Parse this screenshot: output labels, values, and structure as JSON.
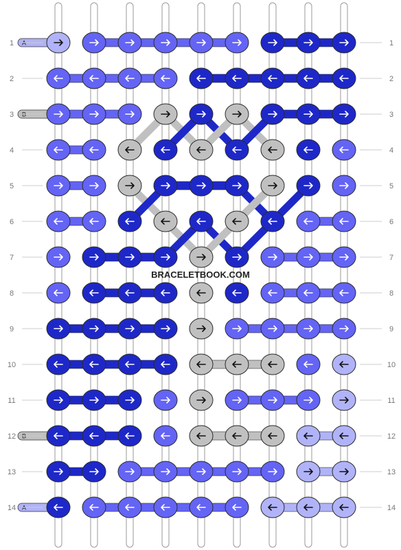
{
  "watermark": "BRACELETBOOK.COM",
  "colors": {
    "A": "#b0b3f7",
    "B": "#c0c0c0",
    "C": "#6464f5",
    "D": "#1e28c8"
  },
  "strings_left": [
    {
      "row": 1,
      "label": "A",
      "color": "A"
    },
    {
      "row": 3,
      "label": "B",
      "color": "B"
    },
    {
      "row": 12,
      "label": "B",
      "color": "B"
    },
    {
      "row": 14,
      "label": "A",
      "color": "A"
    }
  ],
  "rows": [
    {
      "num": "1",
      "knots": [
        {
          "c": "A",
          "d": "R"
        },
        {
          "c": "C",
          "d": "R"
        },
        {
          "c": "C",
          "d": "R"
        },
        {
          "c": "C",
          "d": "R"
        },
        {
          "c": "C",
          "d": "R"
        },
        {
          "c": "C",
          "d": "R"
        },
        {
          "c": "D",
          "d": "R"
        },
        {
          "c": "D",
          "d": "R"
        },
        {
          "c": "D",
          "d": "R"
        }
      ]
    },
    {
      "num": "2",
      "knots": [
        {
          "c": "C",
          "d": "L"
        },
        {
          "c": "C",
          "d": "L"
        },
        {
          "c": "C",
          "d": "L"
        },
        {
          "c": "C",
          "d": "L"
        },
        {
          "c": "D",
          "d": "L"
        },
        {
          "c": "D",
          "d": "L"
        },
        {
          "c": "D",
          "d": "L"
        },
        {
          "c": "D",
          "d": "L"
        },
        {
          "c": "D",
          "d": "L"
        }
      ]
    },
    {
      "num": "3",
      "knots": [
        {
          "c": "C",
          "d": "R"
        },
        {
          "c": "C",
          "d": "R"
        },
        {
          "c": "C",
          "d": "R"
        },
        {
          "c": "B",
          "d": "R"
        },
        {
          "c": "D",
          "d": "R"
        },
        {
          "c": "B",
          "d": "R"
        },
        {
          "c": "D",
          "d": "R"
        },
        {
          "c": "D",
          "d": "R"
        },
        {
          "c": "D",
          "d": "R"
        }
      ]
    },
    {
      "num": "4",
      "knots": [
        {
          "c": "C",
          "d": "L"
        },
        {
          "c": "C",
          "d": "L"
        },
        {
          "c": "B",
          "d": "L"
        },
        {
          "c": "D",
          "d": "L"
        },
        {
          "c": "B",
          "d": "L"
        },
        {
          "c": "D",
          "d": "L"
        },
        {
          "c": "B",
          "d": "L"
        },
        {
          "c": "D",
          "d": "L"
        },
        {
          "c": "C",
          "d": "L"
        }
      ]
    },
    {
      "num": "5",
      "knots": [
        {
          "c": "C",
          "d": "R"
        },
        {
          "c": "C",
          "d": "R"
        },
        {
          "c": "B",
          "d": "R"
        },
        {
          "c": "D",
          "d": "R"
        },
        {
          "c": "D",
          "d": "R"
        },
        {
          "c": "D",
          "d": "R"
        },
        {
          "c": "B",
          "d": "R"
        },
        {
          "c": "D",
          "d": "R"
        },
        {
          "c": "C",
          "d": "R"
        }
      ]
    },
    {
      "num": "6",
      "knots": [
        {
          "c": "C",
          "d": "L"
        },
        {
          "c": "C",
          "d": "L"
        },
        {
          "c": "D",
          "d": "L"
        },
        {
          "c": "B",
          "d": "L"
        },
        {
          "c": "D",
          "d": "L"
        },
        {
          "c": "B",
          "d": "L"
        },
        {
          "c": "D",
          "d": "L"
        },
        {
          "c": "C",
          "d": "L"
        },
        {
          "c": "C",
          "d": "L"
        }
      ]
    },
    {
      "num": "7",
      "knots": [
        {
          "c": "C",
          "d": "R"
        },
        {
          "c": "D",
          "d": "R"
        },
        {
          "c": "D",
          "d": "R"
        },
        {
          "c": "D",
          "d": "R"
        },
        {
          "c": "B",
          "d": "R"
        },
        {
          "c": "D",
          "d": "R"
        },
        {
          "c": "C",
          "d": "R"
        },
        {
          "c": "C",
          "d": "R"
        },
        {
          "c": "C",
          "d": "R"
        }
      ]
    },
    {
      "num": "8",
      "knots": [
        {
          "c": "C",
          "d": "L"
        },
        {
          "c": "D",
          "d": "L"
        },
        {
          "c": "D",
          "d": "L"
        },
        {
          "c": "D",
          "d": "L"
        },
        {
          "c": "B",
          "d": "L"
        },
        {
          "c": "D",
          "d": "L"
        },
        {
          "c": "C",
          "d": "L"
        },
        {
          "c": "C",
          "d": "L"
        },
        {
          "c": "C",
          "d": "L"
        }
      ]
    },
    {
      "num": "9",
      "knots": [
        {
          "c": "D",
          "d": "R"
        },
        {
          "c": "D",
          "d": "R"
        },
        {
          "c": "D",
          "d": "R"
        },
        {
          "c": "D",
          "d": "R"
        },
        {
          "c": "B",
          "d": "R"
        },
        {
          "c": "C",
          "d": "R"
        },
        {
          "c": "C",
          "d": "R"
        },
        {
          "c": "C",
          "d": "R"
        },
        {
          "c": "C",
          "d": "R"
        }
      ]
    },
    {
      "num": "10",
      "knots": [
        {
          "c": "D",
          "d": "L"
        },
        {
          "c": "D",
          "d": "L"
        },
        {
          "c": "D",
          "d": "L"
        },
        {
          "c": "D",
          "d": "L"
        },
        {
          "c": "B",
          "d": "L"
        },
        {
          "c": "B",
          "d": "L"
        },
        {
          "c": "B",
          "d": "L"
        },
        {
          "c": "C",
          "d": "L"
        },
        {
          "c": "A",
          "d": "L"
        }
      ]
    },
    {
      "num": "11",
      "knots": [
        {
          "c": "D",
          "d": "R"
        },
        {
          "c": "D",
          "d": "R"
        },
        {
          "c": "D",
          "d": "R"
        },
        {
          "c": "C",
          "d": "R"
        },
        {
          "c": "B",
          "d": "R"
        },
        {
          "c": "C",
          "d": "R"
        },
        {
          "c": "C",
          "d": "R"
        },
        {
          "c": "C",
          "d": "R"
        },
        {
          "c": "A",
          "d": "R"
        }
      ]
    },
    {
      "num": "12",
      "knots": [
        {
          "c": "D",
          "d": "L"
        },
        {
          "c": "D",
          "d": "L"
        },
        {
          "c": "D",
          "d": "L"
        },
        {
          "c": "C",
          "d": "L"
        },
        {
          "c": "B",
          "d": "L"
        },
        {
          "c": "B",
          "d": "L"
        },
        {
          "c": "B",
          "d": "L"
        },
        {
          "c": "A",
          "d": "L"
        },
        {
          "c": "A",
          "d": "L"
        }
      ]
    },
    {
      "num": "13",
      "knots": [
        {
          "c": "D",
          "d": "R"
        },
        {
          "c": "D",
          "d": "R"
        },
        {
          "c": "C",
          "d": "R"
        },
        {
          "c": "C",
          "d": "R"
        },
        {
          "c": "C",
          "d": "R"
        },
        {
          "c": "C",
          "d": "R"
        },
        {
          "c": "C",
          "d": "R"
        },
        {
          "c": "A",
          "d": "R"
        },
        {
          "c": "A",
          "d": "R"
        }
      ]
    },
    {
      "num": "14",
      "knots": [
        {
          "c": "D",
          "d": "L"
        },
        {
          "c": "C",
          "d": "L"
        },
        {
          "c": "C",
          "d": "L"
        },
        {
          "c": "C",
          "d": "L"
        },
        {
          "c": "C",
          "d": "L"
        },
        {
          "c": "C",
          "d": "L"
        },
        {
          "c": "A",
          "d": "L"
        },
        {
          "c": "A",
          "d": "L"
        },
        {
          "c": "A",
          "d": "L"
        }
      ]
    }
  ]
}
